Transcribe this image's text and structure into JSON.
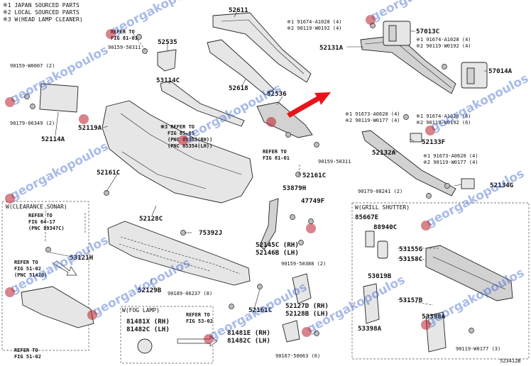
{
  "header_notes": [
    "※1 JAPAN SOURCED PARTS",
    "※2 LOCAL SOURCED PARTS",
    "※3 W(HEAD LAMP CLEANER)"
  ],
  "diagram_id": "523412B",
  "watermark": "georgakopoulos",
  "callouts": {
    "p52611": "52611",
    "p52535": "52535",
    "p52131A": "52131A",
    "p57013C": "57013C",
    "p57014A": "57014A",
    "p53114C": "53114C",
    "p52618": "52618",
    "p52536": "52536",
    "p52114A": "52114A",
    "p52119A": "52119A",
    "p52133F": "52133F",
    "p52132A": "52132A",
    "p52134G": "52134G",
    "p52161C_a": "52161C",
    "p52161C_b": "52161C",
    "p52161C_c": "52161C",
    "p52128C": "52128C",
    "p53879H": "53879H",
    "p47749F": "47749F",
    "p75392J": "75392J",
    "p53121H": "53121H",
    "p52129B": "52129B",
    "p52145C": "52145C (RH)",
    "p52146B": "52146B (LH)",
    "p52127D": "52127D (RH)",
    "p52128B": "52128B (LH)",
    "p81481X": "81481X (RH)",
    "p81482C": "81482C (LH)",
    "p81481E": "81481E (RH)",
    "p81482Ce": "81482C (LH)",
    "p85667E": "85667E",
    "p88940C": "88940C",
    "p53155G": "53155G",
    "p53158C": "53158C",
    "p53019B": "53019B",
    "p53157B": "53157B",
    "p53398A": "53398A",
    "p53398Ab": "53398A"
  },
  "small_labels": {
    "s90159_50311a": "90159-50311",
    "s90159_50311b": "90159-50311",
    "s90159_W0007": "90159-W0007 (2)",
    "s90179_06349": "90179-06349 (2)",
    "s191674_A1028a": "※1 91674-A1028 (4)",
    "s290119_W0192a": "※2 90119-W0192 (4)",
    "s191674_A1028b": "※1 91674-A1028 (4)",
    "s290119_W0192b": "※2 90119-W0192 (4)",
    "s191673_A0620a": "※1 91673-A0620 (4)",
    "s290119_W0177a": "※2 90119-W0177 (4)",
    "s191674_A1028c": "※1 91674-A1028 (6)",
    "s290119_W0192c": "※2 90119-W0192 (6)",
    "s191673_A0620b": "※1 91673-A0620 (4)",
    "s290119_W0177b": "※2 90119-W0177 (4)",
    "s90179_08241": "90179-08241 (2)",
    "s90159_50388": "90159-50388 (2)",
    "s90189_06237": "90189-06237 (8)",
    "s90167_50063": "90167-50063 (6)",
    "s90119_W0177": "90119-W0177 (3)"
  },
  "refs": {
    "r1": [
      "REFER TO",
      "FIG 81-01"
    ],
    "r2": [
      "※3 REFER TO",
      "FIG 85-05",
      "(PNC 85353(RH))",
      "(PNC 85354(LH))"
    ],
    "r3": [
      "REFER TO",
      "FIG 81-01"
    ],
    "r4": [
      "REFER TO",
      "FIG 64-17",
      "(PNC 89347C)"
    ],
    "r5": [
      "REFER TO",
      "FIG 51-02",
      "(PNC 51420)"
    ],
    "r6": [
      "REFER TO",
      "FIG 51-02"
    ],
    "r7": [
      "REFER TO",
      "FIG 53-02"
    ]
  },
  "box_titles": {
    "clearance": "W(CLEARANCE SONAR)",
    "grill": "W(GRILL SHUTTER)",
    "fog": "W(FOG LAMP)"
  },
  "colors": {
    "watermark": "#2f5ec8",
    "arrow": "#e8141b",
    "logo": "#b81f2a"
  }
}
